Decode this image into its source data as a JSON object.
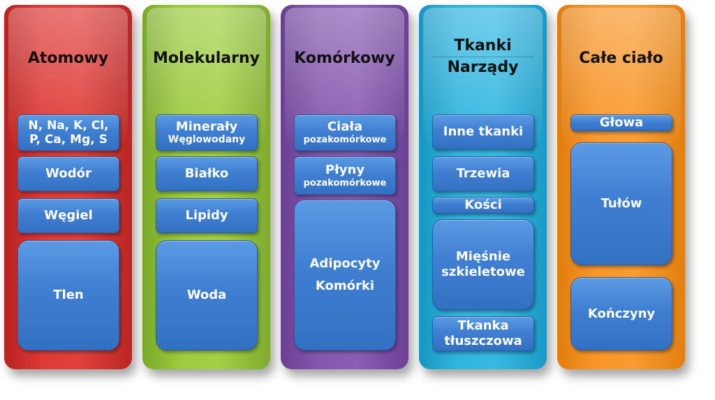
{
  "columns": [
    {
      "title_lines": [
        "Atomowy"
      ],
      "color": "#d6302e",
      "boxes": [
        {
          "lines": [
            "N, Na, K, Cl,",
            "P, Ca, Mg, S"
          ]
        },
        {
          "lines": [
            "Wodór"
          ]
        },
        {
          "lines": [
            "Węgiel"
          ]
        },
        {
          "lines": [
            "Tlen"
          ]
        }
      ]
    },
    {
      "title_lines": [
        "Molekularny"
      ],
      "color": "#95c43a",
      "boxes": [
        {
          "lines": [
            "Minerały",
            "Węglowodany"
          ]
        },
        {
          "lines": [
            "Białko"
          ]
        },
        {
          "lines": [
            "Lipidy"
          ]
        },
        {
          "lines": [
            "Woda"
          ]
        }
      ]
    },
    {
      "title_lines": [
        "Komórkowy"
      ],
      "color": "#7e52a5",
      "boxes": [
        {
          "lines": [
            "Ciała",
            "pozakomórkowe"
          ]
        },
        {
          "lines": [
            "Płyny",
            "pozakomórkowe"
          ]
        },
        {
          "lines": [
            "Adipocyty",
            "Komórki"
          ]
        }
      ]
    },
    {
      "title_lines": [
        "Tkanki",
        "Narządy"
      ],
      "color": "#2aaed8",
      "boxes": [
        {
          "lines": [
            "Inne tkanki"
          ]
        },
        {
          "lines": [
            "Trzewia"
          ]
        },
        {
          "lines": [
            "Kości"
          ]
        },
        {
          "lines": [
            "Mięśnie",
            "szkieletowe"
          ]
        },
        {
          "lines": [
            "Tkanka",
            "tłuszczowa"
          ]
        }
      ]
    },
    {
      "title_lines": [
        "Całe ciało"
      ],
      "color": "#f7941d",
      "boxes": [
        {
          "lines": [
            "Głowa"
          ]
        },
        {
          "lines": [
            "Tułów"
          ]
        },
        {
          "lines": [
            "Kończyny"
          ]
        }
      ]
    }
  ]
}
